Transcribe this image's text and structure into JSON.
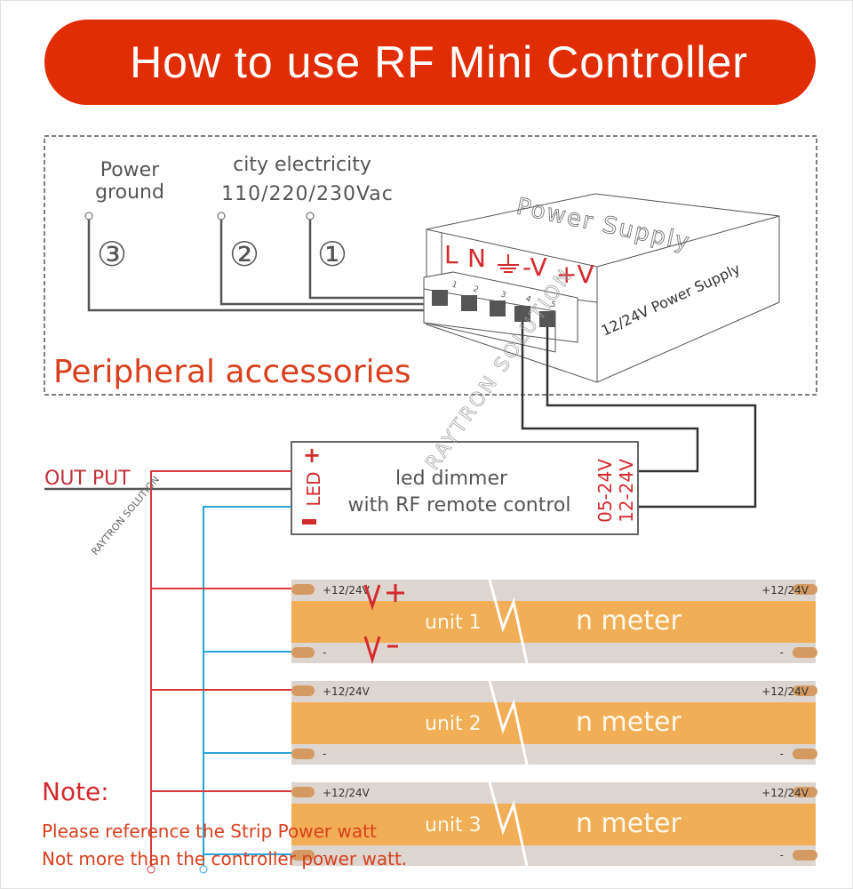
{
  "title": "How to use RF Mini Controller",
  "peripheral": {
    "label": "Peripheral accessories",
    "power_ground": [
      "Power",
      "ground"
    ],
    "city_electricity": "city electricity",
    "voltage_ac": "110/220/230Vac",
    "circled_numbers": [
      "③",
      "②",
      "①"
    ]
  },
  "power_supply": {
    "terminal_labels": "LN⏚-V+V",
    "terminal_L": "L",
    "terminal_N": "N",
    "terminal_minus_v": "-V",
    "terminal_plus_v": "+V",
    "terminal_numbers": [
      "1",
      "2",
      "3",
      "4",
      "5"
    ],
    "side_label": "12/24V Power Supply",
    "top_label": "Power Supply"
  },
  "dimmer": {
    "line1": "led dimmer",
    "line2": "with RF remote control",
    "led_label": "LED",
    "led_plus": "+",
    "led_minus": "-",
    "input_a": "05-24V",
    "input_b": "12-24V"
  },
  "output_label": "OUT PUT",
  "watermark": "RAYTRON SOLUTION",
  "strips": [
    {
      "unit": "unit 1",
      "length": "n meter",
      "pos_label": "+12/24V",
      "neg_label": "-",
      "end_pos_label": "+12/24V",
      "end_neg_label": "-",
      "v_plus": "V+",
      "v_minus": "V-"
    },
    {
      "unit": "unit 2",
      "length": "n meter",
      "pos_label": "+12/24V",
      "neg_label": "-",
      "end_pos_label": "+12/24V",
      "end_neg_label": "-"
    },
    {
      "unit": "unit 3",
      "length": "n meter",
      "pos_label": "+12/24V",
      "neg_label": "-",
      "end_pos_label": "+12/24V",
      "end_neg_label": "-"
    }
  ],
  "note": {
    "heading": "Note:",
    "line1": "Please reference the Strip Power watt",
    "line2": "Not more than the controller power watt."
  },
  "colors": {
    "title_bg": "#e12d05",
    "accent_red": "#d42a2e",
    "text_orange_red": "#d8401e",
    "wire_red": "#d9383c",
    "wire_blue": "#2aa3d8",
    "wire_dark": "#333333",
    "strip_orange": "#f2ae56",
    "strip_base": "#ddd5cf",
    "pad": "#d49a62"
  }
}
